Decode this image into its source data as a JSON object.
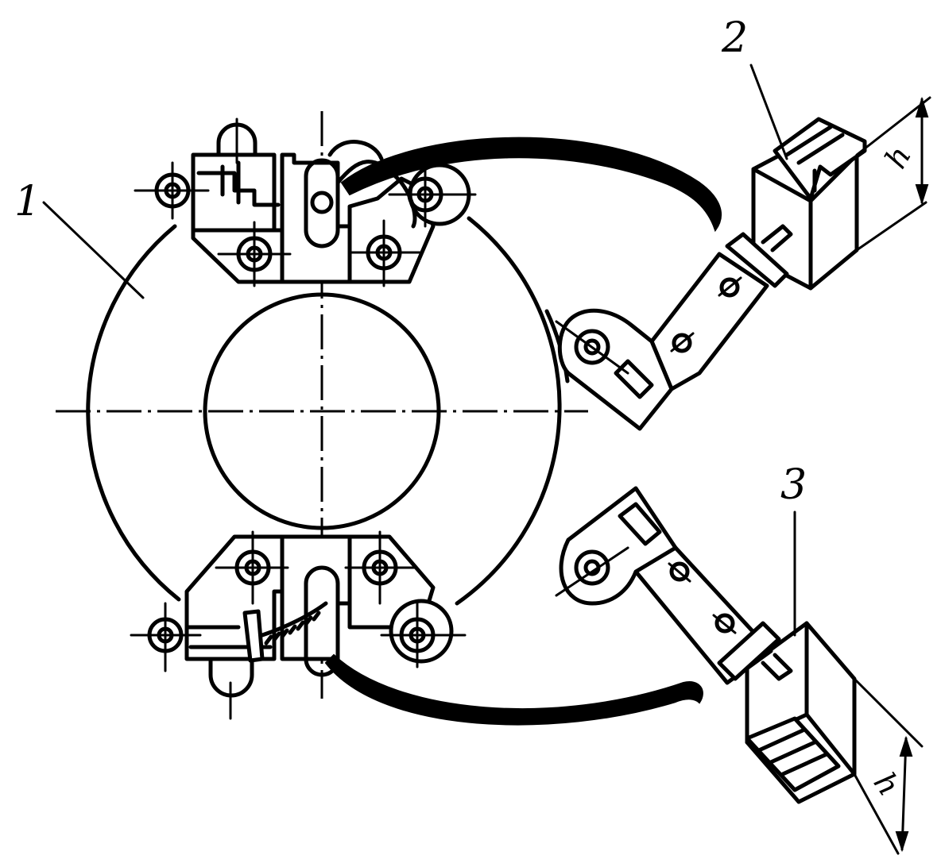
{
  "callouts": {
    "ring": "1",
    "upper_brush": "2",
    "lower_brush": "3"
  },
  "dimensions": {
    "upper_brush_height": "h",
    "lower_brush_height": "h"
  }
}
